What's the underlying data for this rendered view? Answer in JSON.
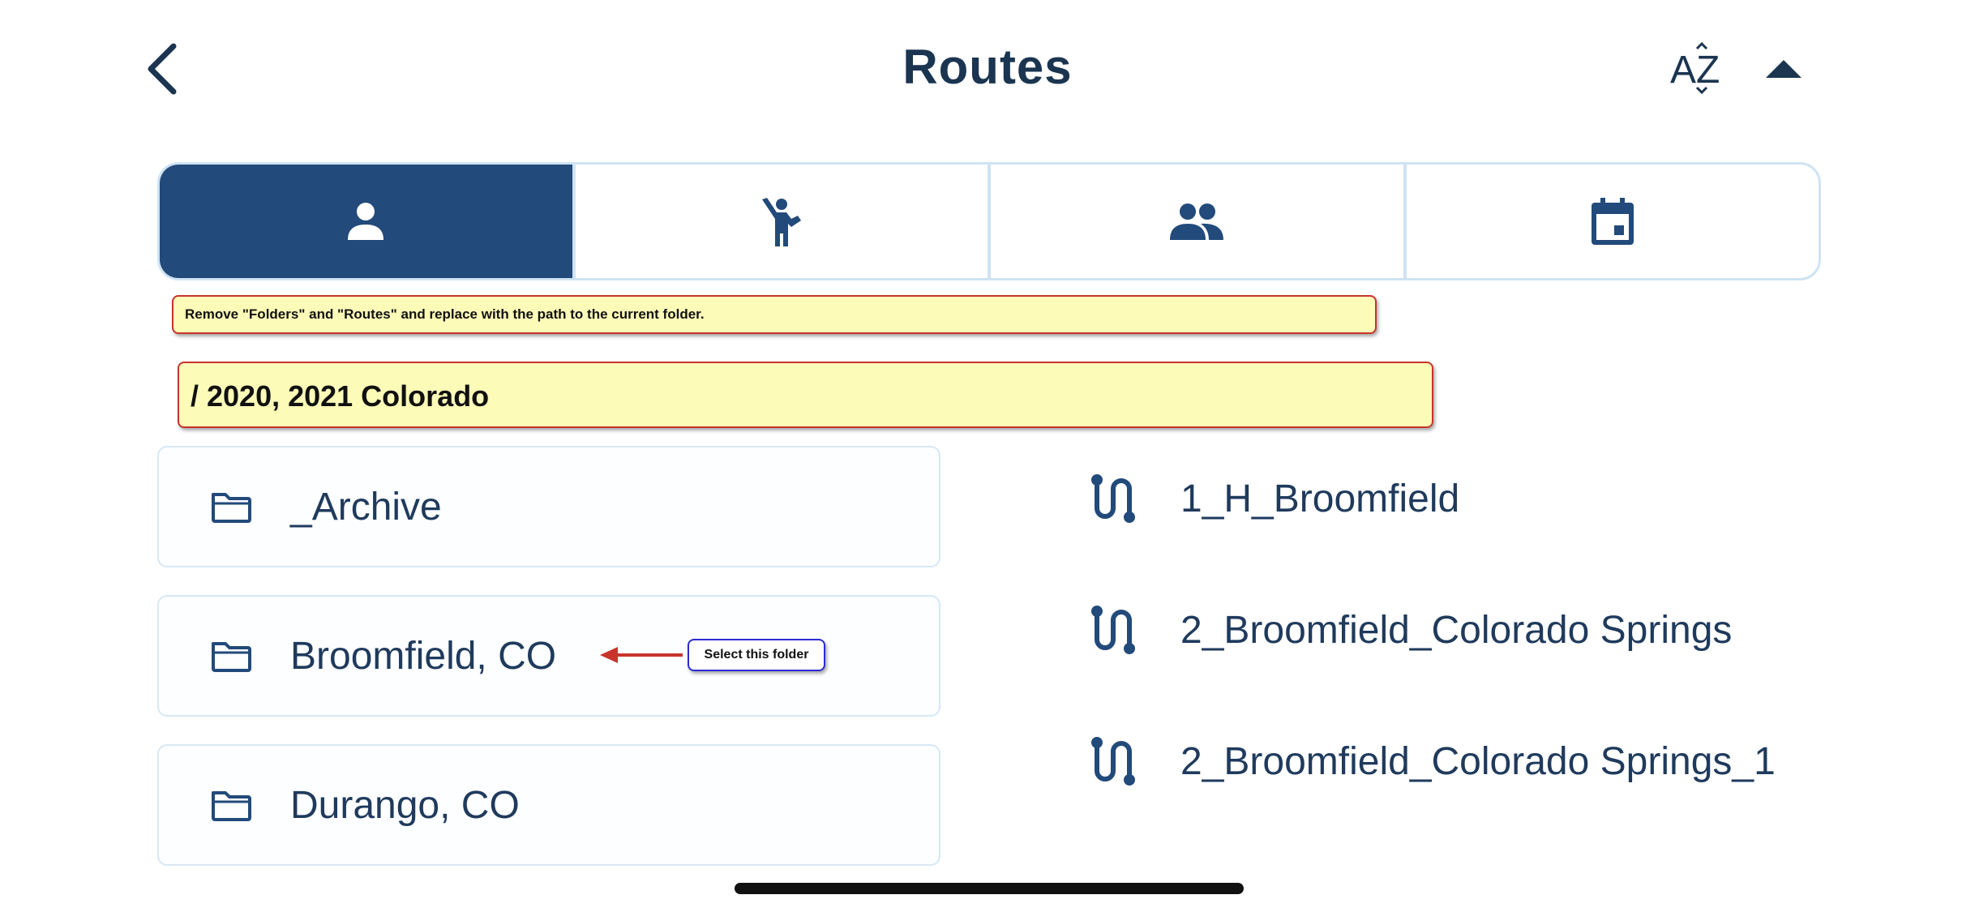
{
  "header": {
    "title": "Routes",
    "back_icon": "chevron-left-icon",
    "sort_label": "AZ",
    "sort_direction_icon": "triangle-up-icon"
  },
  "tabs": [
    {
      "icon": "person-icon",
      "active": true
    },
    {
      "icon": "person-waving-icon",
      "active": false
    },
    {
      "icon": "group-icon",
      "active": false
    },
    {
      "icon": "calendar-icon",
      "active": false
    }
  ],
  "annotations": {
    "instruction": "Remove \"Folders\" and \"Routes\" and replace with the path to the current folder.",
    "path": "/ 2020, 2021 Colorado",
    "select_hint": "Select this folder"
  },
  "folders": [
    {
      "label": "_Archive",
      "icon": "folder-icon"
    },
    {
      "label": "Broomfield, CO",
      "icon": "folder-icon"
    },
    {
      "label": "Durango, CO",
      "icon": "folder-icon"
    }
  ],
  "routes": [
    {
      "label": "1_H_Broomfield",
      "icon": "route-icon"
    },
    {
      "label": "2_Broomfield_Colorado Springs",
      "icon": "route-icon"
    },
    {
      "label": "2_Broomfield_Colorado Springs_1",
      "icon": "route-icon"
    }
  ],
  "colors": {
    "primary": "#224a7a",
    "text": "#1f3a5c",
    "border": "#cfe3f4",
    "note_bg": "#fdfbb8",
    "note_border": "#c8342c",
    "callout_border": "#2b2bd4"
  }
}
